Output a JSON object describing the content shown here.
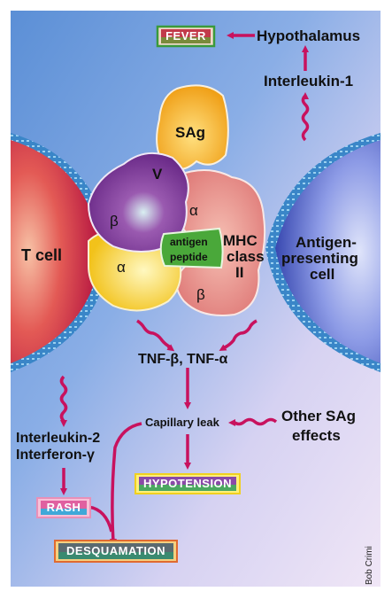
{
  "labels": {
    "fever": "FEVER",
    "hypothalamus": "Hypothalamus",
    "interleukin1": "Interleukin-1",
    "sag": "SAg",
    "v": "V",
    "beta_tcr": "β",
    "alpha_tcr": "α",
    "alpha_mhc": "α",
    "beta_mhc": "β",
    "antigen": "antigen",
    "peptide": "peptide",
    "mhc_line1": "MHC",
    "mhc_line2": "class",
    "mhc_line3": "II",
    "tcell": "T cell",
    "apc_line1": "Antigen-",
    "apc_line2": "presenting",
    "apc_line3": "cell",
    "tnf": "TNF-β, TNF-α",
    "capillary_leak": "Capillary leak",
    "other_sag_line1": "Other SAg",
    "other_sag_line2": "effects",
    "il2": "Interleukin-2",
    "ifn": "Interferon-γ",
    "hypotension": "HYPOTENSION",
    "rash": "RASH",
    "desquamation": "DESQUAMATION",
    "credit": "Bob Crimi"
  },
  "colors": {
    "arrow": "#c8125e",
    "tcell": "#d4234f",
    "apc": "#5a6fd0",
    "sag": "#f2a81c",
    "tcr_purple": "#8a3aa0",
    "tcr_yellow": "#f5d22a",
    "mhc_pink": "#e58a84",
    "peptide_green": "#4aa83a"
  }
}
